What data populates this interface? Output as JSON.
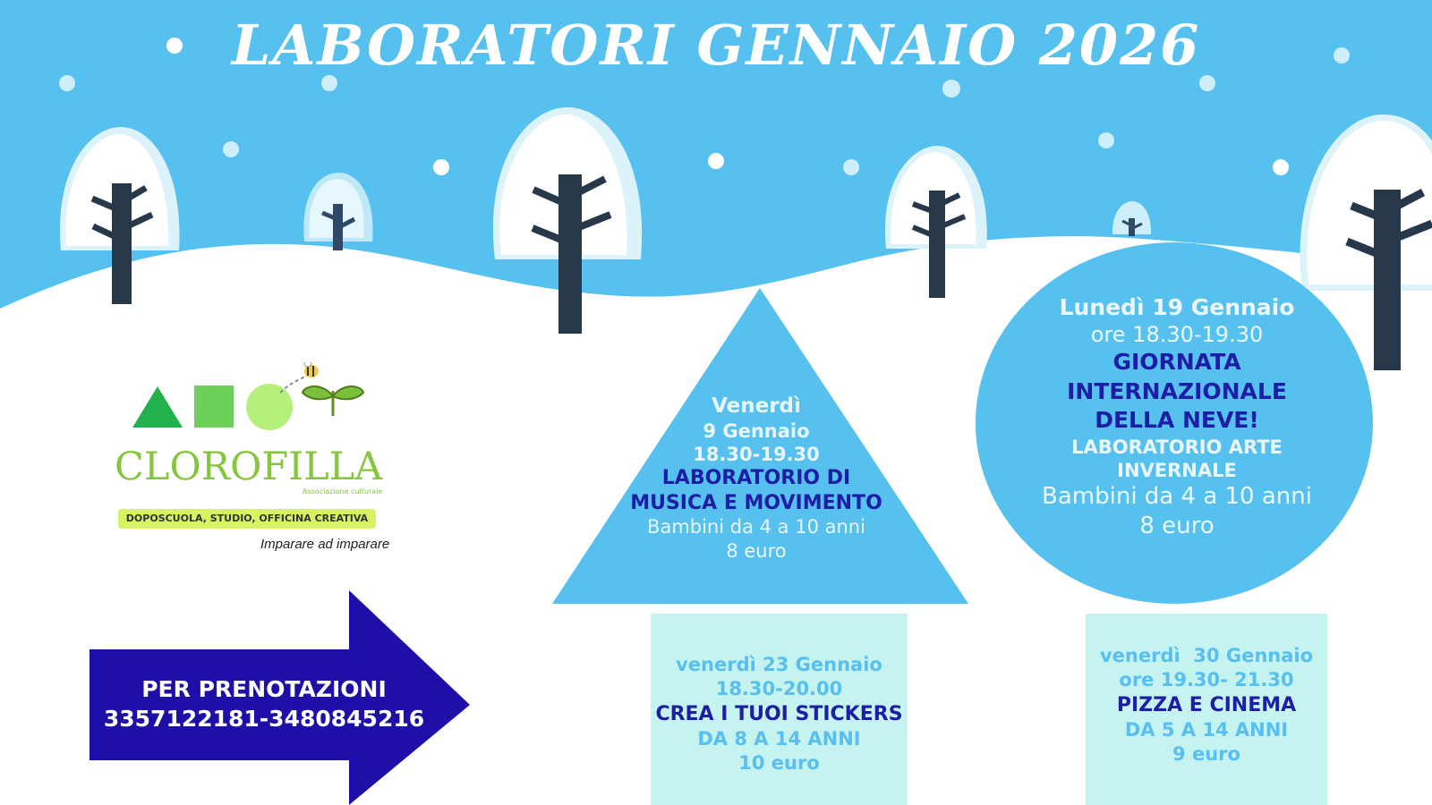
{
  "title": "LABORATORI GENNAIO 2026",
  "colors": {
    "sky": "#56c1ee",
    "snow": "#ffffff",
    "trunk": "#263849",
    "arrow": "#1d0fa8",
    "box": "#c5f3ef",
    "logo_green": "#86c63e"
  },
  "logo": {
    "name": "CLOROFILLA",
    "subtitle": "Associazione culturale",
    "strip": "DOPOSCUOLA, STUDIO, OFFICINA CREATIVA",
    "tagline": "Imparare ad imparare",
    "icons": [
      "triangle-icon",
      "square-icon",
      "circle-icon",
      "bee-icon",
      "sprout-icon"
    ]
  },
  "booking": {
    "label": "PER PRENOTAZIONI",
    "phones": "3357122181-3480845216"
  },
  "events": {
    "triangle": {
      "day": "Venerdì",
      "date": "9 Gennaio",
      "time": "18.30-19.30",
      "title_line1": "LABORATORIO DI",
      "title_line2": "MUSICA E MOVIMENTO",
      "ages": "Bambini da 4 a 10 anni",
      "price": "8 euro"
    },
    "circle": {
      "date": "Lunedì 19 Gennaio",
      "time": "ore 18.30-19.30",
      "title_line1": "GIORNATA",
      "title_line2": "INTERNAZIONALE",
      "title_line3": "DELLA NEVE!",
      "sub_line1": "LABORATORIO ARTE",
      "sub_line2": "INVERNALE",
      "ages": "Bambini da 4 a 10 anni",
      "price": "8 euro"
    },
    "box1": {
      "date": "venerdì 23 Gennaio",
      "time": "18.30-20.00",
      "title": "CREA I TUOI STICKERS",
      "ages": "DA 8 A 14 ANNI",
      "price": "10 euro"
    },
    "box2": {
      "date": "venerdì  30 Gennaio",
      "time": "ore 19.30- 21.30",
      "title": "PIZZA E CINEMA",
      "ages": "DA 5 A 14 ANNI",
      "price": "9 euro"
    }
  }
}
